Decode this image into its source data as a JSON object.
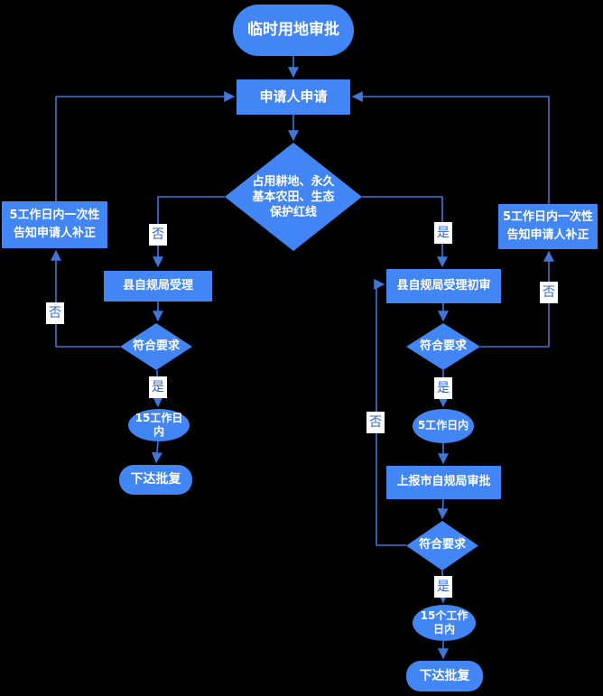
{
  "diagram": {
    "title": "临时用地审批",
    "background_color": "#000000",
    "shape_fill_color": "#4285f4",
    "shape_text_color": "#ffffff",
    "connector_color": "#3f76d8",
    "edge_label_color": "#3366cc"
  },
  "nodes": {
    "start": {
      "label": "临时用地审批"
    },
    "apply": {
      "label": "申请人申请"
    },
    "decision_redline": {
      "line1": "占用耕地、永久",
      "line2": "基本农田、生态",
      "line3": "保护红线"
    },
    "notify_left": {
      "line1": "5工作日内一次性",
      "line2": "告知申请人补正"
    },
    "accept_left": {
      "label": "县自规局受理"
    },
    "check_left": {
      "label": "符合要求"
    },
    "days_left": {
      "line1": "15工作日",
      "line2": "内"
    },
    "approve_left": {
      "label": "下达批复"
    },
    "notify_right": {
      "line1": "5工作日内一次性",
      "line2": "告知申请人补正"
    },
    "accept_right": {
      "label": "县自规局受理初审"
    },
    "check_right_1": {
      "label": "符合要求"
    },
    "days_right_1": {
      "label": "5工作日内"
    },
    "report_city": {
      "label": "上报市自规局审批"
    },
    "check_right_2": {
      "label": "符合要求"
    },
    "days_right_2": {
      "line1": "15个工作",
      "line2": "日内"
    },
    "approve_right": {
      "label": "下达批复"
    }
  },
  "edge_labels": {
    "no_to_accept_left": "否",
    "yes_to_accept_right": "是",
    "no_left_loop": "否",
    "yes_left": "是",
    "yes_right_1": "是",
    "no_right_notify": "否",
    "no_right_loop": "否",
    "yes_right_2": "是"
  }
}
